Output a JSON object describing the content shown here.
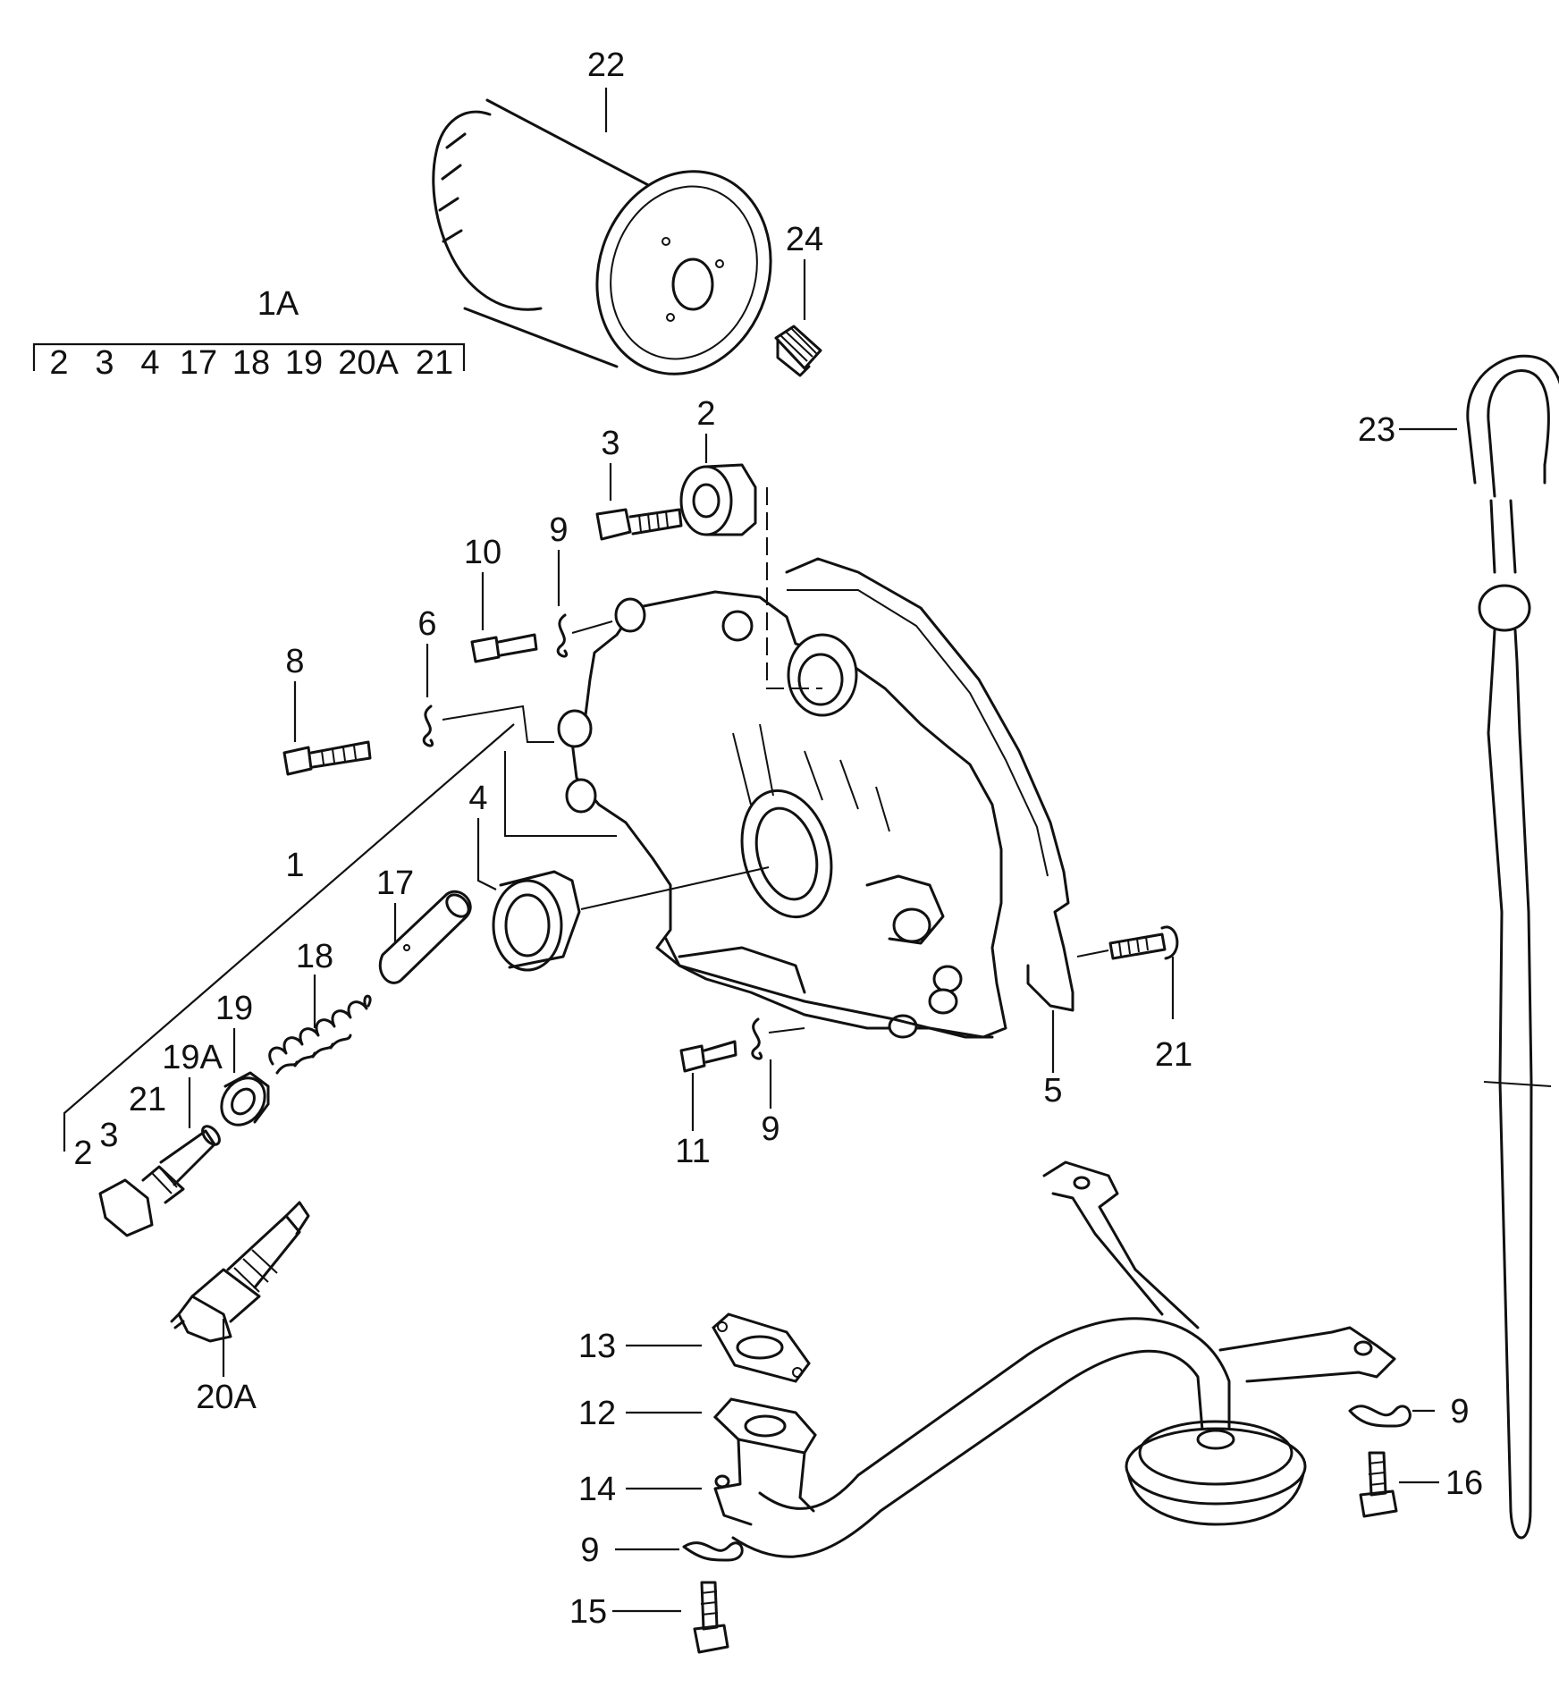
{
  "diagram": {
    "labels": {
      "l1": "1",
      "l1a": "1A",
      "l2_pump": "2",
      "l3_pump": "3",
      "l4": "4",
      "l5": "5",
      "l6": "6",
      "l8": "8",
      "l9_a": "9",
      "l9_b": "9",
      "l9_c": "9",
      "l9_d": "9",
      "l10": "10",
      "l11": "11",
      "l12": "12",
      "l13": "13",
      "l14": "14",
      "l15": "15",
      "l16": "16",
      "l17": "17",
      "l18": "18",
      "l19": "19",
      "l19a": "19A",
      "l20a": "20A",
      "l21_right": "21",
      "l21_left": "21",
      "l2_left": "2",
      "l3_left": "3",
      "l22": "22",
      "l23": "23",
      "l24": "24"
    },
    "kit_1a": {
      "items": [
        "2",
        "3",
        "4",
        "17",
        "18",
        "19",
        "20A",
        "21"
      ]
    }
  }
}
